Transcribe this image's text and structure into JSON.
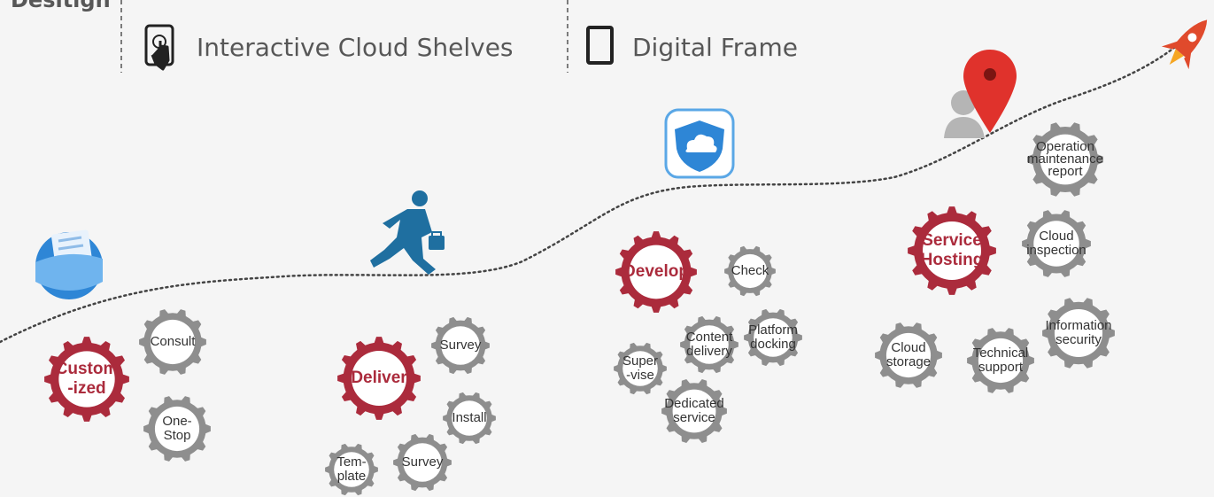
{
  "header": {
    "cut_word": "Desitign",
    "items": [
      {
        "icon": "tablet-touch-icon",
        "label": "Interactive Cloud Shelves"
      },
      {
        "icon": "frame-icon",
        "label": "Digital Frame"
      }
    ]
  },
  "colors": {
    "gray_gear": "#8e8e8e",
    "red_gear": "#ab2b3c",
    "path": "#444444",
    "header_text": "#575757",
    "icon_blue": "#2e86d6",
    "runner": "#1f6fa0",
    "pin": "#e0322c"
  },
  "stages": [
    {
      "id": "customized",
      "main": [
        "Custom",
        "-ized"
      ],
      "gears": [
        [
          "Consult"
        ],
        [
          "One-",
          "Stop"
        ]
      ]
    },
    {
      "id": "deliver",
      "main": [
        "Deliver"
      ],
      "gears": [
        [
          "Survey"
        ],
        [
          "Install"
        ],
        [
          "Survey"
        ],
        [
          "Tem-",
          "plate"
        ]
      ]
    },
    {
      "id": "develop",
      "main": [
        "Develop"
      ],
      "gears": [
        [
          "Check"
        ],
        [
          "Platform",
          "docking"
        ],
        [
          "Content",
          "delivery"
        ],
        [
          "Super",
          "-vise"
        ],
        [
          "Dedicated",
          "service"
        ]
      ]
    },
    {
      "id": "service-hosting",
      "main": [
        "Service",
        "Hosting"
      ],
      "gears": [
        [
          "Operation",
          "maintenance",
          "report"
        ],
        [
          "Cloud",
          "inspection"
        ],
        [
          "Information",
          "security"
        ],
        [
          "Technical",
          "support"
        ],
        [
          "Cloud",
          "storage"
        ]
      ]
    }
  ],
  "icons": {
    "stage1": "folder-icon",
    "stage2": "running-businessman-icon",
    "stage3": "cloud-shield-icon",
    "stage4_pin": "map-pin-icon",
    "stage4_user": "user-silhouette-icon",
    "end": "rocket-icon"
  }
}
